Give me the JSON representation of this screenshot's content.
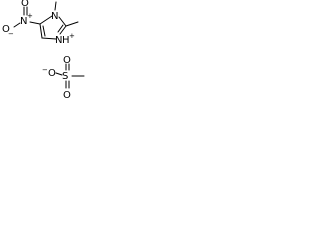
{
  "molecule": {
    "cation": {
      "nitro_oxygen_minus": "O",
      "nitro_oxygen_minus_charge": "−",
      "nitro_nitrogen": "N",
      "nitro_nitrogen_charge": "+",
      "nitro_oxygen_double": "O",
      "ring_n1": "N",
      "ring_n3": "N",
      "ring_n3_hydrogen": "H",
      "ring_n3_charge": "+"
    },
    "anion": {
      "oxygen_minus": "O",
      "oxygen_minus_charge": "−",
      "sulfur": "S",
      "oxygen_top": "O",
      "oxygen_bottom": "O"
    }
  }
}
